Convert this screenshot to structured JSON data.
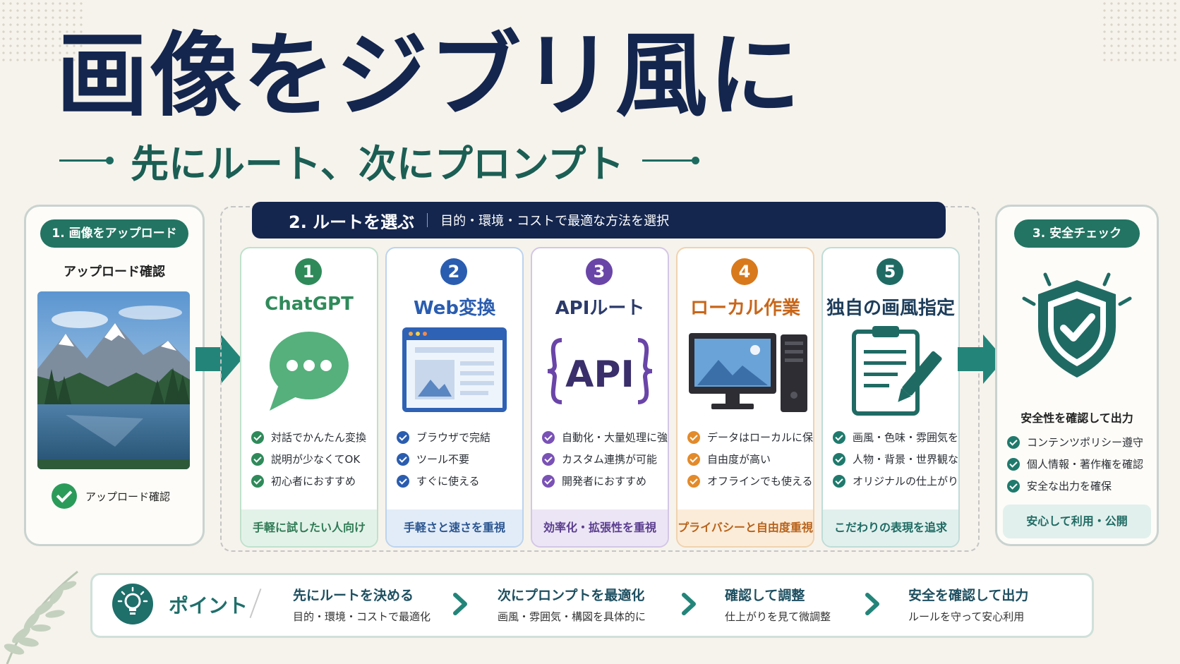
{
  "title": "画像をジブリ風に",
  "subtitle": "先にルート、次にプロンプト",
  "step1": {
    "pill": "1. 画像をアップロード",
    "heading": "アップロード確認",
    "confirm": "アップロード確認"
  },
  "route": {
    "heading": "2. ルートを選ぶ",
    "description": "目的・環境・コストで最適な方法を選択",
    "cards": [
      {
        "num": "1",
        "title": "ChatGPT",
        "icon": "chat-bubble-icon",
        "color": "#4aa470",
        "features": [
          "対話でかんたん変換",
          "説明が少なくてOK",
          "初心者におすすめ"
        ],
        "footer": "手軽に試したい人向け"
      },
      {
        "num": "2",
        "title": "Web変換",
        "icon": "browser-window-icon",
        "color": "#2a5db0",
        "features": [
          "ブラウザで完結",
          "ツール不要",
          "すぐに使える"
        ],
        "footer": "手軽さと速さを重視"
      },
      {
        "num": "3",
        "title": "APIルート",
        "icon": "api-braces-icon",
        "color": "#6a45a8",
        "features": [
          "自動化・大量処理に強い",
          "カスタム連携が可能",
          "開発者におすすめ"
        ],
        "footer": "効率化・拡張性を重視"
      },
      {
        "num": "4",
        "title": "ローカル作業",
        "icon": "desktop-computer-icon",
        "color": "#d8791c",
        "features": [
          "データはローカルに保持",
          "自由度が高い",
          "オフラインでも使える"
        ],
        "footer": "プライバシーと自由度重視"
      },
      {
        "num": "5",
        "title": "独自の画風指定",
        "icon": "clipboard-pencil-icon",
        "color": "#1f6b64",
        "features": [
          "画風・色味・雰囲気を指定",
          "人物・背景・世界観など",
          "オリジナルの仕上がりに"
        ],
        "footer": "こだわりの表現を追求"
      }
    ]
  },
  "step3": {
    "pill": "3. 安全チェック",
    "heading": "安全性を確認して出力",
    "items": [
      "コンテンツポリシー遵守",
      "個人情報・著作権を確認",
      "安全な出力を確保"
    ],
    "footer": "安心して利用・公開"
  },
  "points": {
    "label": "ポイント",
    "steps": [
      {
        "title": "先にルートを決める",
        "desc": "目的・環境・コストで最適化"
      },
      {
        "title": "次にプロンプトを最適化",
        "desc": "画風・雰囲気・構図を具体的に"
      },
      {
        "title": "確認して調整",
        "desc": "仕上がりを見て微調整"
      },
      {
        "title": "安全を確認して出力",
        "desc": "ルールを守って安心利用"
      }
    ]
  }
}
